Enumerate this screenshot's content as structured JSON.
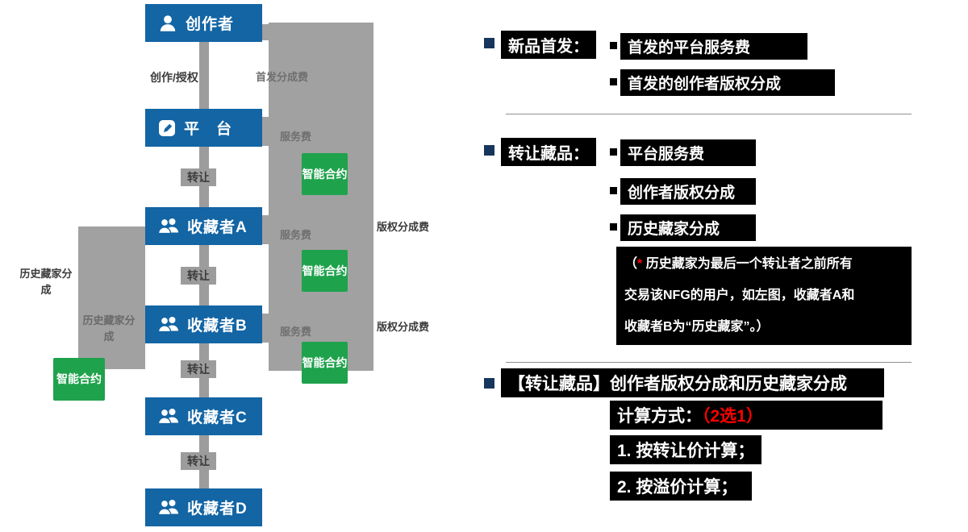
{
  "colors": {
    "node_blue": "#1365a4",
    "contract_green": "#1fa24c",
    "flow_gray": "#a1a1a1",
    "highlight_bg": "#000000",
    "highlight_text": "#ffffff",
    "accent_red": "#ff0000",
    "bullet_navy": "#17365d"
  },
  "flow": {
    "nodes": [
      {
        "label": "创作者"
      },
      {
        "label": "平　台"
      },
      {
        "label": "收藏者A"
      },
      {
        "label": "收藏者B"
      },
      {
        "label": "收藏者C"
      },
      {
        "label": "收藏者D"
      }
    ],
    "edge_create": "创作/授权",
    "edge_transfer": "转让",
    "fee_first_issue": "首发分成费",
    "fee_service": "服务费",
    "fee_copyright": "版权分成费",
    "history_share": "历史藏家分成",
    "smart_contract": "智能合约"
  },
  "panel": {
    "section1": {
      "title": "新品首发：",
      "items": [
        "首发的平台服务费",
        "首发的创作者版权分成"
      ]
    },
    "section2": {
      "title": "转让藏品：",
      "items": [
        "平台服务费",
        "创作者版权分成",
        "历史藏家分成"
      ],
      "note_open": "（",
      "note_star": "*",
      "note_line1": "历史藏家为最后一个转让者之前所有",
      "note_line2": "交易该NFG的用户，如左图，收藏者A和",
      "note_line3": "收藏者B为“历史藏家”。）"
    },
    "section3": {
      "line1": "【转让藏品】创作者版权分成和历史藏家分成",
      "line2_label": "计算方式：",
      "line2_red": "（2选1）",
      "items": [
        "1. 按转让价计算；",
        "2. 按溢价计算；"
      ]
    }
  }
}
